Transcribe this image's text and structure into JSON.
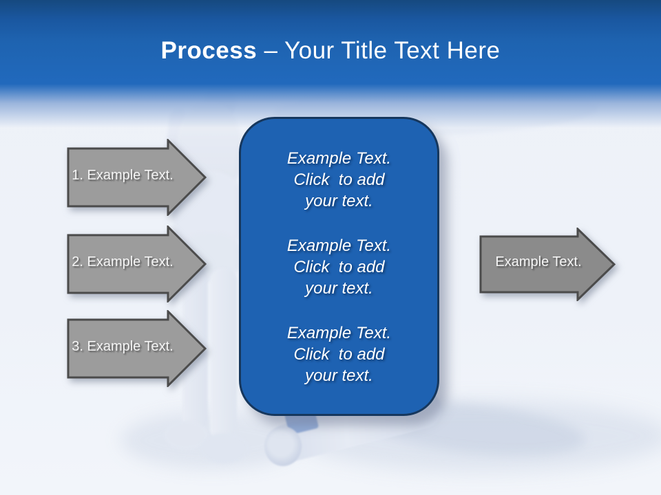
{
  "slide": {
    "title": {
      "bold": "Process",
      "rest": "– Your Title Text Here"
    },
    "steps": [
      {
        "label": "1. Example Text."
      },
      {
        "label": "2. Example Text."
      },
      {
        "label": "3. Example Text."
      }
    ],
    "result_arrow": {
      "label": "Example Text."
    },
    "center_box": {
      "paragraphs": [
        {
          "lines": [
            "Example Text.",
            "Click  to add",
            "your text."
          ]
        },
        {
          "lines": [
            "Example Text.",
            "Click  to add",
            "your text."
          ]
        },
        {
          "lines": [
            "Example Text.",
            "Click  to add",
            "your text."
          ]
        }
      ]
    },
    "colors": {
      "header_top": "#16497f",
      "header_blue": "#2169bc",
      "panel_fill": "#1e62b2",
      "panel_border": "#16375d",
      "step_arrow_fill": "#9c9c9c",
      "result_arrow_fill": "#8b8b8b",
      "arrow_border": "#4b4b4b",
      "background": "#eef2f9"
    }
  }
}
